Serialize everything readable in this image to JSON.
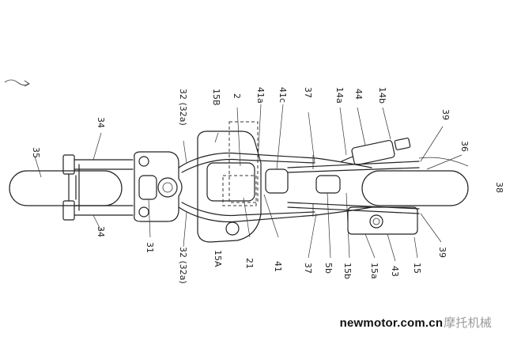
{
  "figure": {
    "ref_labels": [
      "35",
      "34",
      "34",
      "31",
      "32 (32a)",
      "32 (32a)",
      "15B",
      "15A",
      "2",
      "21",
      "41a",
      "41",
      "41c",
      "37",
      "37",
      "5b",
      "14a",
      "44",
      "14b",
      "15b",
      "39",
      "39",
      "36",
      "15a",
      "43",
      "15",
      "38"
    ]
  },
  "watermark": {
    "site": "newmotor.com.cn",
    "brand": "摩托机械"
  },
  "colors": {
    "line": "#222222",
    "background": "#ffffff",
    "watermark_brand": "#9a9a9a"
  }
}
